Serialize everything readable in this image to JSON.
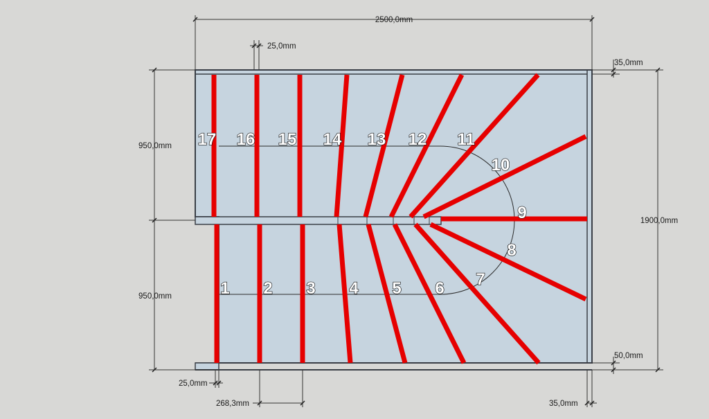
{
  "drawing": {
    "dimensions": {
      "total_width": "2500,0mm",
      "tread_width": "25,0mm",
      "top_wall": "35,0mm",
      "upper_flight": "950,0mm",
      "lower_flight": "950,0mm",
      "total_depth": "1900,0mm",
      "bottom_wall": "50,0mm",
      "first_tread": "25,0mm",
      "tread_spacing": "268,3mm",
      "right_wall": "35,0mm"
    },
    "steps": [
      "1",
      "2",
      "3",
      "4",
      "5",
      "6",
      "7",
      "8",
      "9",
      "10",
      "11",
      "12",
      "13",
      "14",
      "15",
      "16",
      "17"
    ],
    "colors": {
      "background": "#d8d8d6",
      "floor": "#c6d4df",
      "outline": "#3a3f47",
      "tread": "#e60000",
      "dimension_line": "#333333",
      "label_fill": "#ffffff"
    }
  }
}
